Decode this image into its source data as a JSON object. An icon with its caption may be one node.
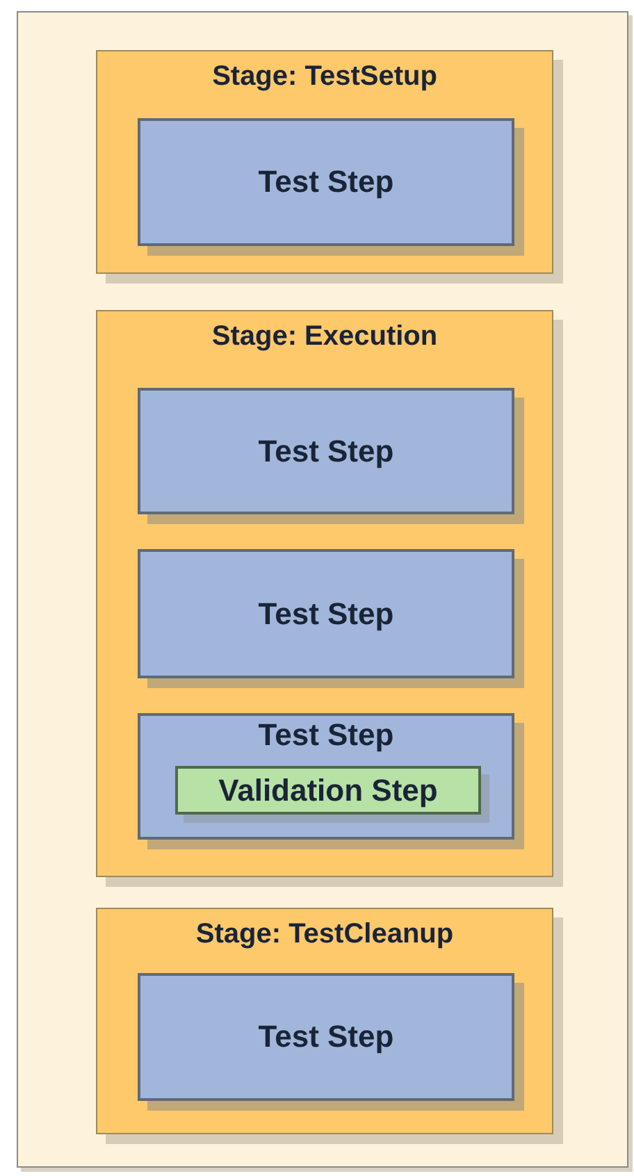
{
  "diagram": {
    "nodes": [
      {
        "text": [],
        "shape": "box"
      },
      {
        "text": [
          "Stage: TestSetup"
        ],
        "in": 0
      },
      {
        "text": [
          "Test Step"
        ],
        "in": 1
      },
      {
        "text": [
          "Stage: Execution"
        ],
        "in": 0
      },
      {
        "text": [
          "Test Step"
        ],
        "in": 3
      },
      {
        "text": [
          "Test Step"
        ],
        "in": 3
      },
      {
        "text": [
          "Test Step"
        ],
        "in": 3
      },
      {
        "text": [
          "Validation Step"
        ],
        "in": 6
      },
      {
        "text": [
          "Stage: TestCleanup"
        ],
        "in": 0
      },
      {
        "text": [
          "Test Step"
        ],
        "in": 8
      }
    ]
  }
}
